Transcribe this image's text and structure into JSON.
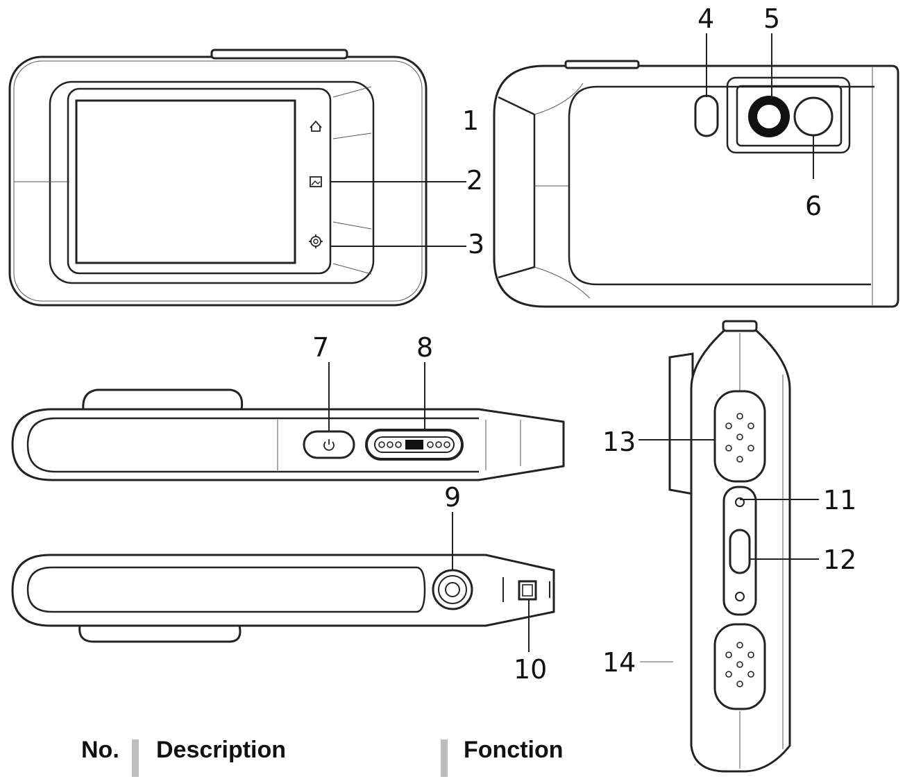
{
  "callouts": [
    "1",
    "2",
    "3",
    "4",
    "5",
    "6",
    "7",
    "8",
    "9",
    "10",
    "11",
    "12",
    "13",
    "14"
  ],
  "table_header": {
    "col1": "No.",
    "col2": "Description",
    "col3": "Fonction"
  },
  "colors": {
    "line": "#222222",
    "separator": "#bdbdbd"
  },
  "icons": [
    "home-icon",
    "image-icon",
    "gear-icon",
    "power-icon"
  ]
}
